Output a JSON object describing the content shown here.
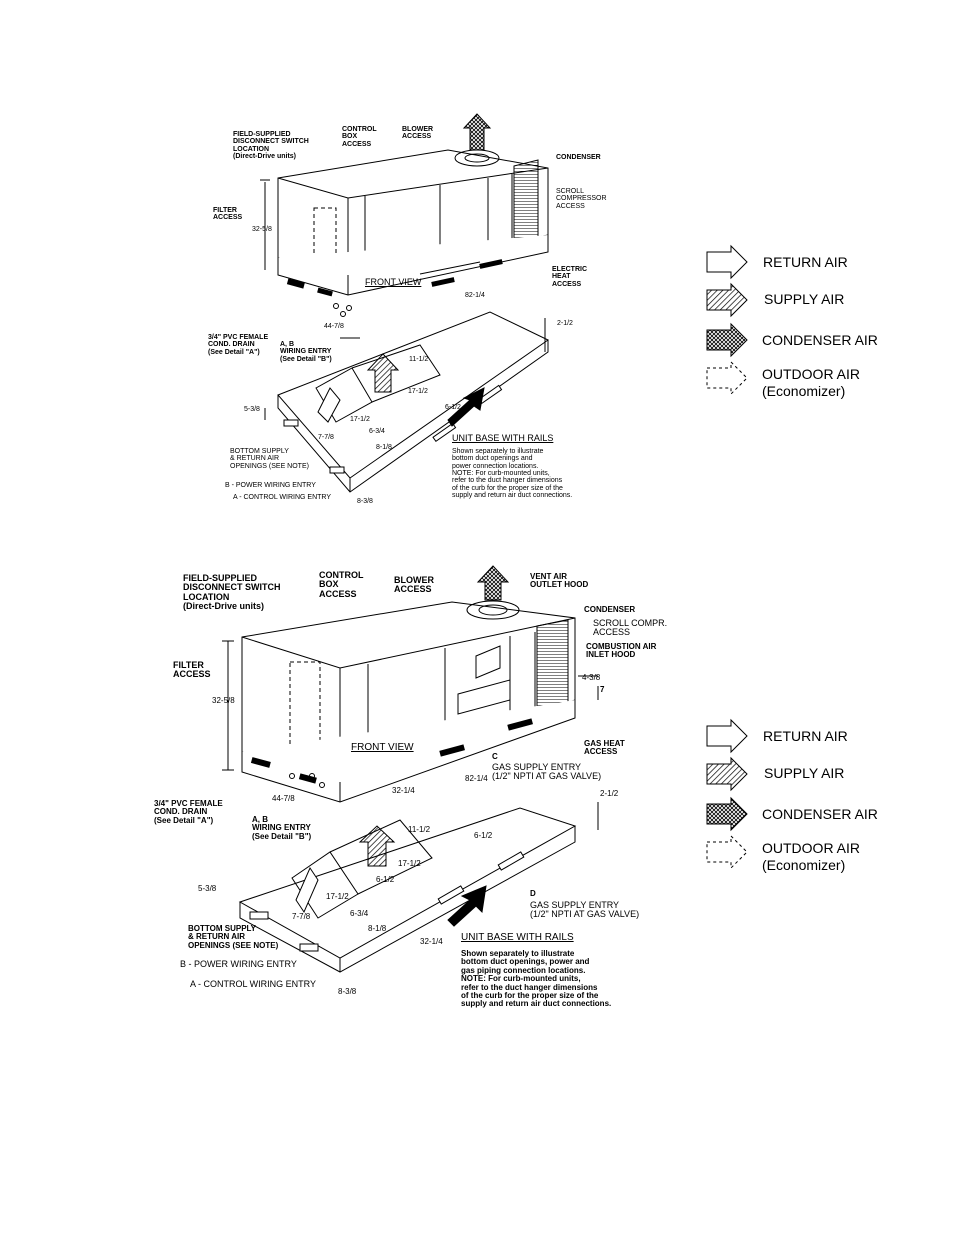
{
  "diagram1": {
    "labels": {
      "disconnect": "FIELD-SUPPLIED\nDISCONNECT SWITCH\nLOCATION\n(Direct-Drive units)",
      "control_box": "CONTROL\nBOX\nACCESS",
      "blower": "BLOWER\nACCESS",
      "condenser": "CONDENSER",
      "scroll": "SCROLL\nCOMPRESSOR\nACCESS",
      "filter": "FILTER\nACCESS",
      "electric_heat": "ELECTRIC\nHEAT\nACCESS",
      "front_view": "FRONT VIEW",
      "pvc": "3/4\" PVC FEMALE\nCOND. DRAIN\n(See Detail \"A\")",
      "wiring": "A, B\nWIRING ENTRY\n(See Detail \"B\")",
      "bottom_supply": "BOTTOM SUPPLY\n& RETURN AIR\nOPENINGS (SEE NOTE)",
      "power_wiring": "B - POWER WIRING ENTRY",
      "control_wiring": "A - CONTROL WIRING ENTRY",
      "unit_base": "UNIT BASE WITH RAILS",
      "note": "Shown separately to illustrate\nbottom duct openings and\npower connection locations.\nNOTE: For curb-mounted units,\nrefer to the duct hanger dimensions\nof the curb for the proper size of the\nsupply and return air duct connections."
    },
    "dims": {
      "h": "32-5/8",
      "w": "82-1/4",
      "d": "44-7/8",
      "rail": "2-1/2",
      "a": "11-1/2",
      "b": "17-1/2",
      "c": "6-1/2",
      "e": "17-1/2",
      "f": "5-3/8",
      "g": "7-7/8",
      "h2": "6-3/4",
      "i": "8-1/8",
      "j": "8-3/8"
    }
  },
  "diagram2": {
    "labels": {
      "disconnect": "FIELD-SUPPLIED\nDISCONNECT SWITCH\nLOCATION\n(Direct-Drive units)",
      "control_box": "CONTROL\nBOX\nACCESS",
      "blower": "BLOWER\nACCESS",
      "vent": "VENT AIR\nOUTLET HOOD",
      "condenser": "CONDENSER",
      "scroll": "SCROLL COMPR.\nACCESS",
      "combustion": "COMBUSTION AIR\nINLET HOOD",
      "filter": "FILTER\nACCESS",
      "gas_heat": "GAS HEAT\nACCESS",
      "front_view": "FRONT VIEW",
      "gas_c_letter": "C",
      "gas_c": "GAS SUPPLY ENTRY\n(1/2\" NPTI AT GAS VALVE)",
      "gas_d_letter": "D",
      "gas_d": "GAS SUPPLY ENTRY\n(1/2\" NPTI AT GAS VALVE)",
      "pvc": "3/4\" PVC FEMALE\nCOND. DRAIN\n(See Detail \"A\")",
      "wiring": "A, B\nWIRING ENTRY\n(See Detail \"B\")",
      "bottom_supply": "BOTTOM SUPPLY\n& RETURN AIR\nOPENINGS (SEE NOTE)",
      "power_wiring": "B - POWER WIRING ENTRY",
      "control_wiring": "A - CONTROL WIRING ENTRY",
      "unit_base": "UNIT BASE WITH RAILS",
      "note": "Shown separately to illustrate\nbottom duct openings, power and\ngas piping connection locations.\nNOTE: For curb-mounted units,\nrefer to the duct hanger dimensions\nof the curb for the proper size of the\nsupply and return air duct connections."
    },
    "dims": {
      "h": "32-5/8",
      "w": "82-1/4",
      "d": "44-7/8",
      "w2": "32-1/4",
      "top": "4-3/8",
      "seven": "7",
      "rail": "2-1/2",
      "a": "11-1/2",
      "b": "17-1/2",
      "c": "6-1/2",
      "c2": "6-1/2",
      "e": "17-1/2",
      "f": "5-3/8",
      "g": "7-7/8",
      "h2": "6-3/4",
      "i": "8-1/8",
      "j": "8-3/8",
      "k": "32-1/4"
    }
  },
  "legend": {
    "return": "RETURN AIR",
    "supply": "SUPPLY AIR",
    "condenser": "CONDENSER AIR",
    "outdoor": "OUTDOOR AIR\n(Economizer)"
  }
}
